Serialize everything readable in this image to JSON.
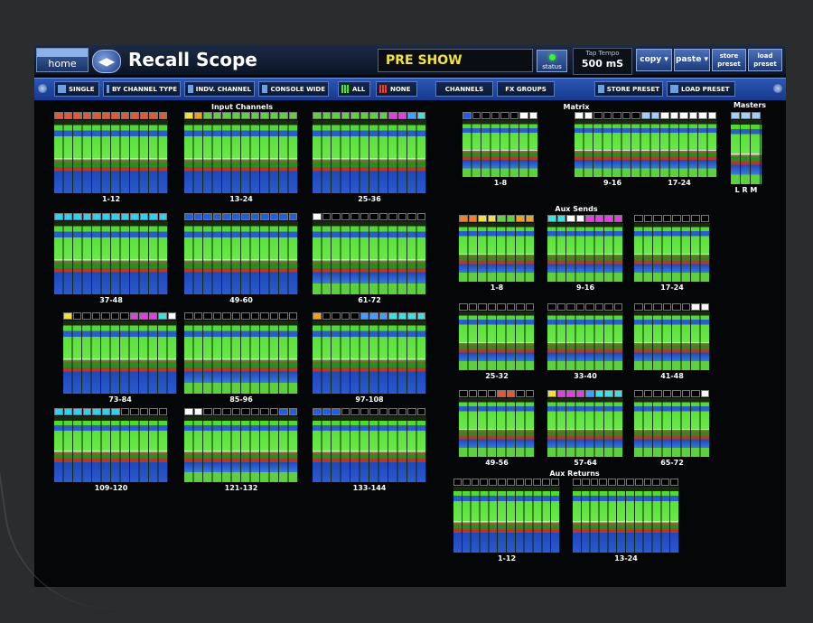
{
  "header": {
    "home_label": "home",
    "title": "Recall Scope",
    "show_name": "PRE SHOW",
    "status_label": "status",
    "tap_tempo_label": "Tap Tempo",
    "tap_tempo_value": "500 mS",
    "copy_label": "copy",
    "paste_label": "paste",
    "store_preset_label": "store preset",
    "load_preset_label": "load preset"
  },
  "toolbar": {
    "single": "SINGLE",
    "by_channel_type": "BY CHANNEL TYPE",
    "indv_channel": "INDV. CHANNEL",
    "console_wide": "CONSOLE WIDE",
    "all": "ALL",
    "none": "NONE",
    "channels": "CHANNELS",
    "fx_groups": "FX GROUPS",
    "store_preset": "STORE PRESET",
    "load_preset": "LOAD PRESET"
  },
  "sections": {
    "input_channels": "Input Channels",
    "matrix": "Matrix",
    "masters": "Masters",
    "aux_sends": "Aux Sends",
    "aux_returns": "Aux Returns",
    "masters_caption": "L R M"
  },
  "input_blocks": [
    "1-12",
    "13-24",
    "25-36",
    "37-48",
    "49-60",
    "61-72",
    "73-84",
    "85-96",
    "97-108",
    "109-120",
    "121-132",
    "133-144"
  ],
  "matrix_blocks": [
    "1-8",
    "9-16",
    "17-24"
  ],
  "aux_send_blocks": [
    "1-8",
    "9-16",
    "17-24",
    "25-32",
    "33-40",
    "41-48",
    "49-56",
    "57-64",
    "65-72"
  ],
  "aux_return_blocks": [
    "1-12",
    "13-24"
  ],
  "colors": {
    "accent": "#2c57b6",
    "show_text": "#f3e531",
    "enabled": "#5be03c",
    "disabled": "#1f47b8"
  }
}
